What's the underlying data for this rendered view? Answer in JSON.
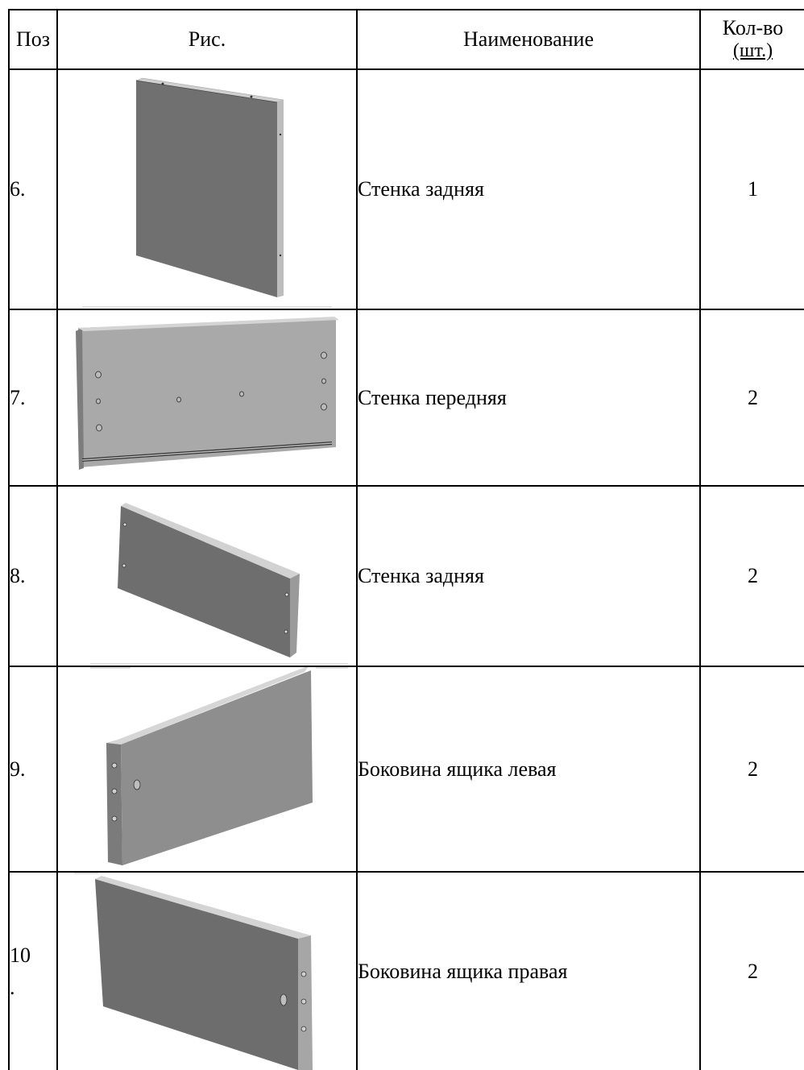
{
  "header": {
    "pos": "Поз",
    "pic": "Рис.",
    "name": "Наименование",
    "qty_line1": "Кол-во",
    "qty_line2": "(шт.)"
  },
  "rows": [
    {
      "pos": "6.",
      "name": "Стенка задняя",
      "qty": "1",
      "icon": "back-panel-tall"
    },
    {
      "pos": "7.",
      "name": "Стенка передняя",
      "qty": "2",
      "icon": "front-panel-wide"
    },
    {
      "pos": "8.",
      "name": "Стенка задняя",
      "qty": "2",
      "icon": "back-panel-slanted"
    },
    {
      "pos": "9.",
      "name": "Боковина ящика левая",
      "qty": "2",
      "icon": "drawer-side-left"
    },
    {
      "pos_line1": "10",
      "pos_line2": ".",
      "name": "Боковина ящика правая",
      "qty": "2",
      "icon": "drawer-side-right"
    }
  ],
  "colors": {
    "panel_dark": "#6f6f6f",
    "panel_light": "#a8a8a8",
    "edge": "#d8d8d8",
    "line": "#000000"
  }
}
